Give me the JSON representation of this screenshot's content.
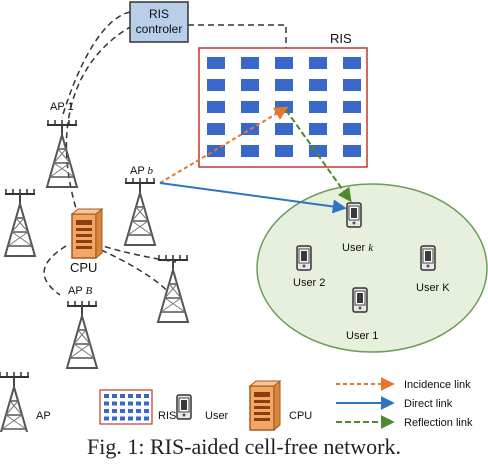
{
  "labels": {
    "ris_controller": "RIS\ncontroler",
    "ris_panel": "RIS",
    "ap_1": "AP 1",
    "ap_b_prefix": "AP ",
    "ap_b_var": "b",
    "ap_B_prefix": "AP ",
    "ap_B_var": "B",
    "cpu": "CPU",
    "user_k_prefix": "User ",
    "user_k_var": "k",
    "user_2": "User 2",
    "user_K": "User K",
    "user_1": "User 1"
  },
  "legend": {
    "ap": "AP",
    "ris": "RIS",
    "user": "User",
    "cpu": "CPU",
    "incidence": "Incidence link",
    "direct": "Direct link",
    "reflection": "Reflection link"
  },
  "caption": "Fig. 1: RIS-aided cell-free network.",
  "colors": {
    "incidence": "#e8772e",
    "direct": "#2e74c0",
    "reflection": "#4e8a2e",
    "ris_frame": "#c0392b",
    "ris_element": "#3a68c8",
    "controller_fill": "#b7cfe9",
    "cell_fill": "#e6f0dc",
    "cell_stroke": "#6e9a5a",
    "tower": "#555555"
  }
}
